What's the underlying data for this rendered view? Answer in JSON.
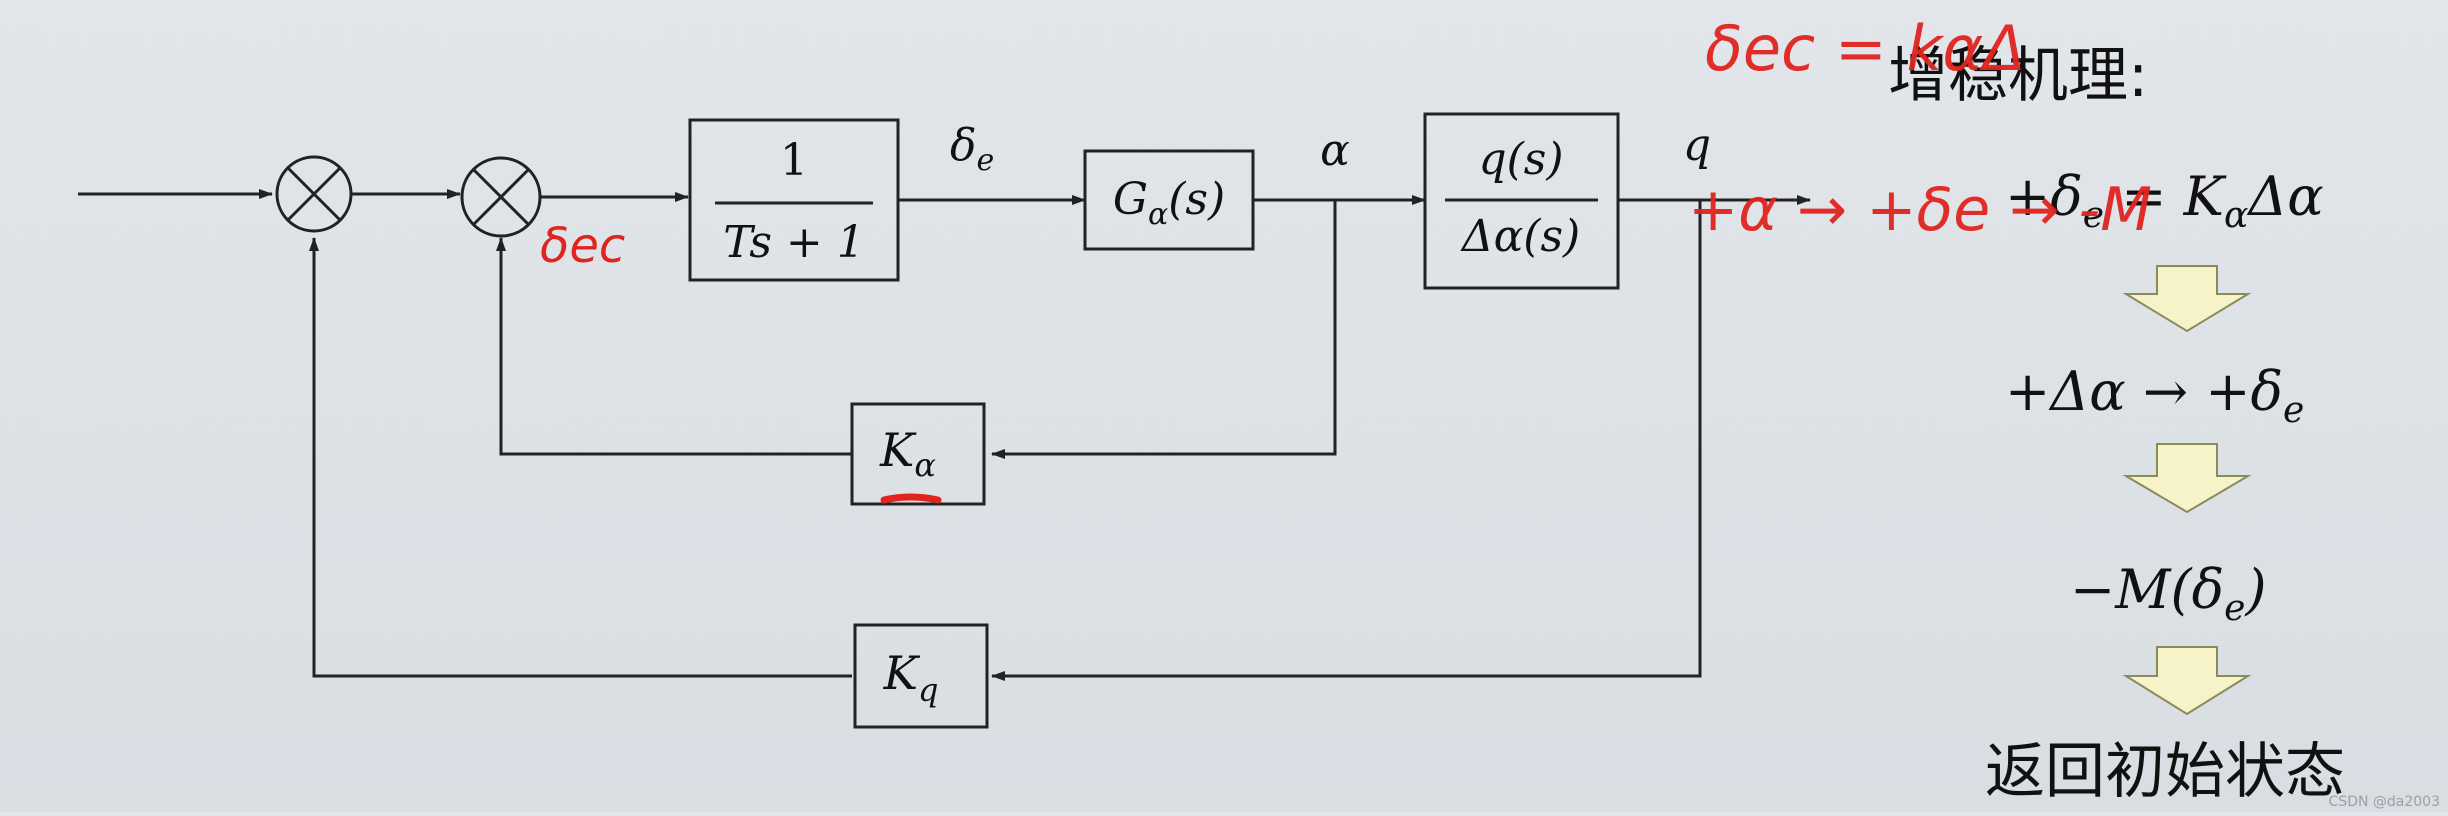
{
  "diagram": {
    "blocks": {
      "lag_num": "1",
      "lag_den": "Ts + 1",
      "g_alpha": "G",
      "g_alpha_sub": "α",
      "g_alpha_arg": "(s)",
      "plant_num": "q(s)",
      "plant_den": "Δα(s)",
      "k_alpha": "K",
      "k_alpha_sub": "α",
      "k_q": "K",
      "k_q_sub": "q"
    },
    "signals": {
      "delta_e": "δ",
      "delta_e_sub": "e",
      "alpha": "α",
      "q": "q"
    },
    "colors": {
      "line": "#222222",
      "ink": "#e0241f",
      "arrow_fill": "#f7f3c9"
    }
  },
  "mechanism": {
    "title": "增稳机理:",
    "step1_lhs": "+δ",
    "step1_lhs_sub": "e",
    "step1_rhs": " = K",
    "step1_rhs_sub": "α",
    "step1_tail": "Δα",
    "step2": "+Δα → +δ",
    "step2_sub": "e",
    "step3": "−M(δ",
    "step3_sub": "e",
    "step3_tail": ")",
    "step4": "返回初始状态"
  },
  "annotations": {
    "top_formula": "δec = kαΔ",
    "sum_output_label": "δec",
    "chain": "+α → +δe → -M",
    "watermark": "CSDN @da2003"
  }
}
